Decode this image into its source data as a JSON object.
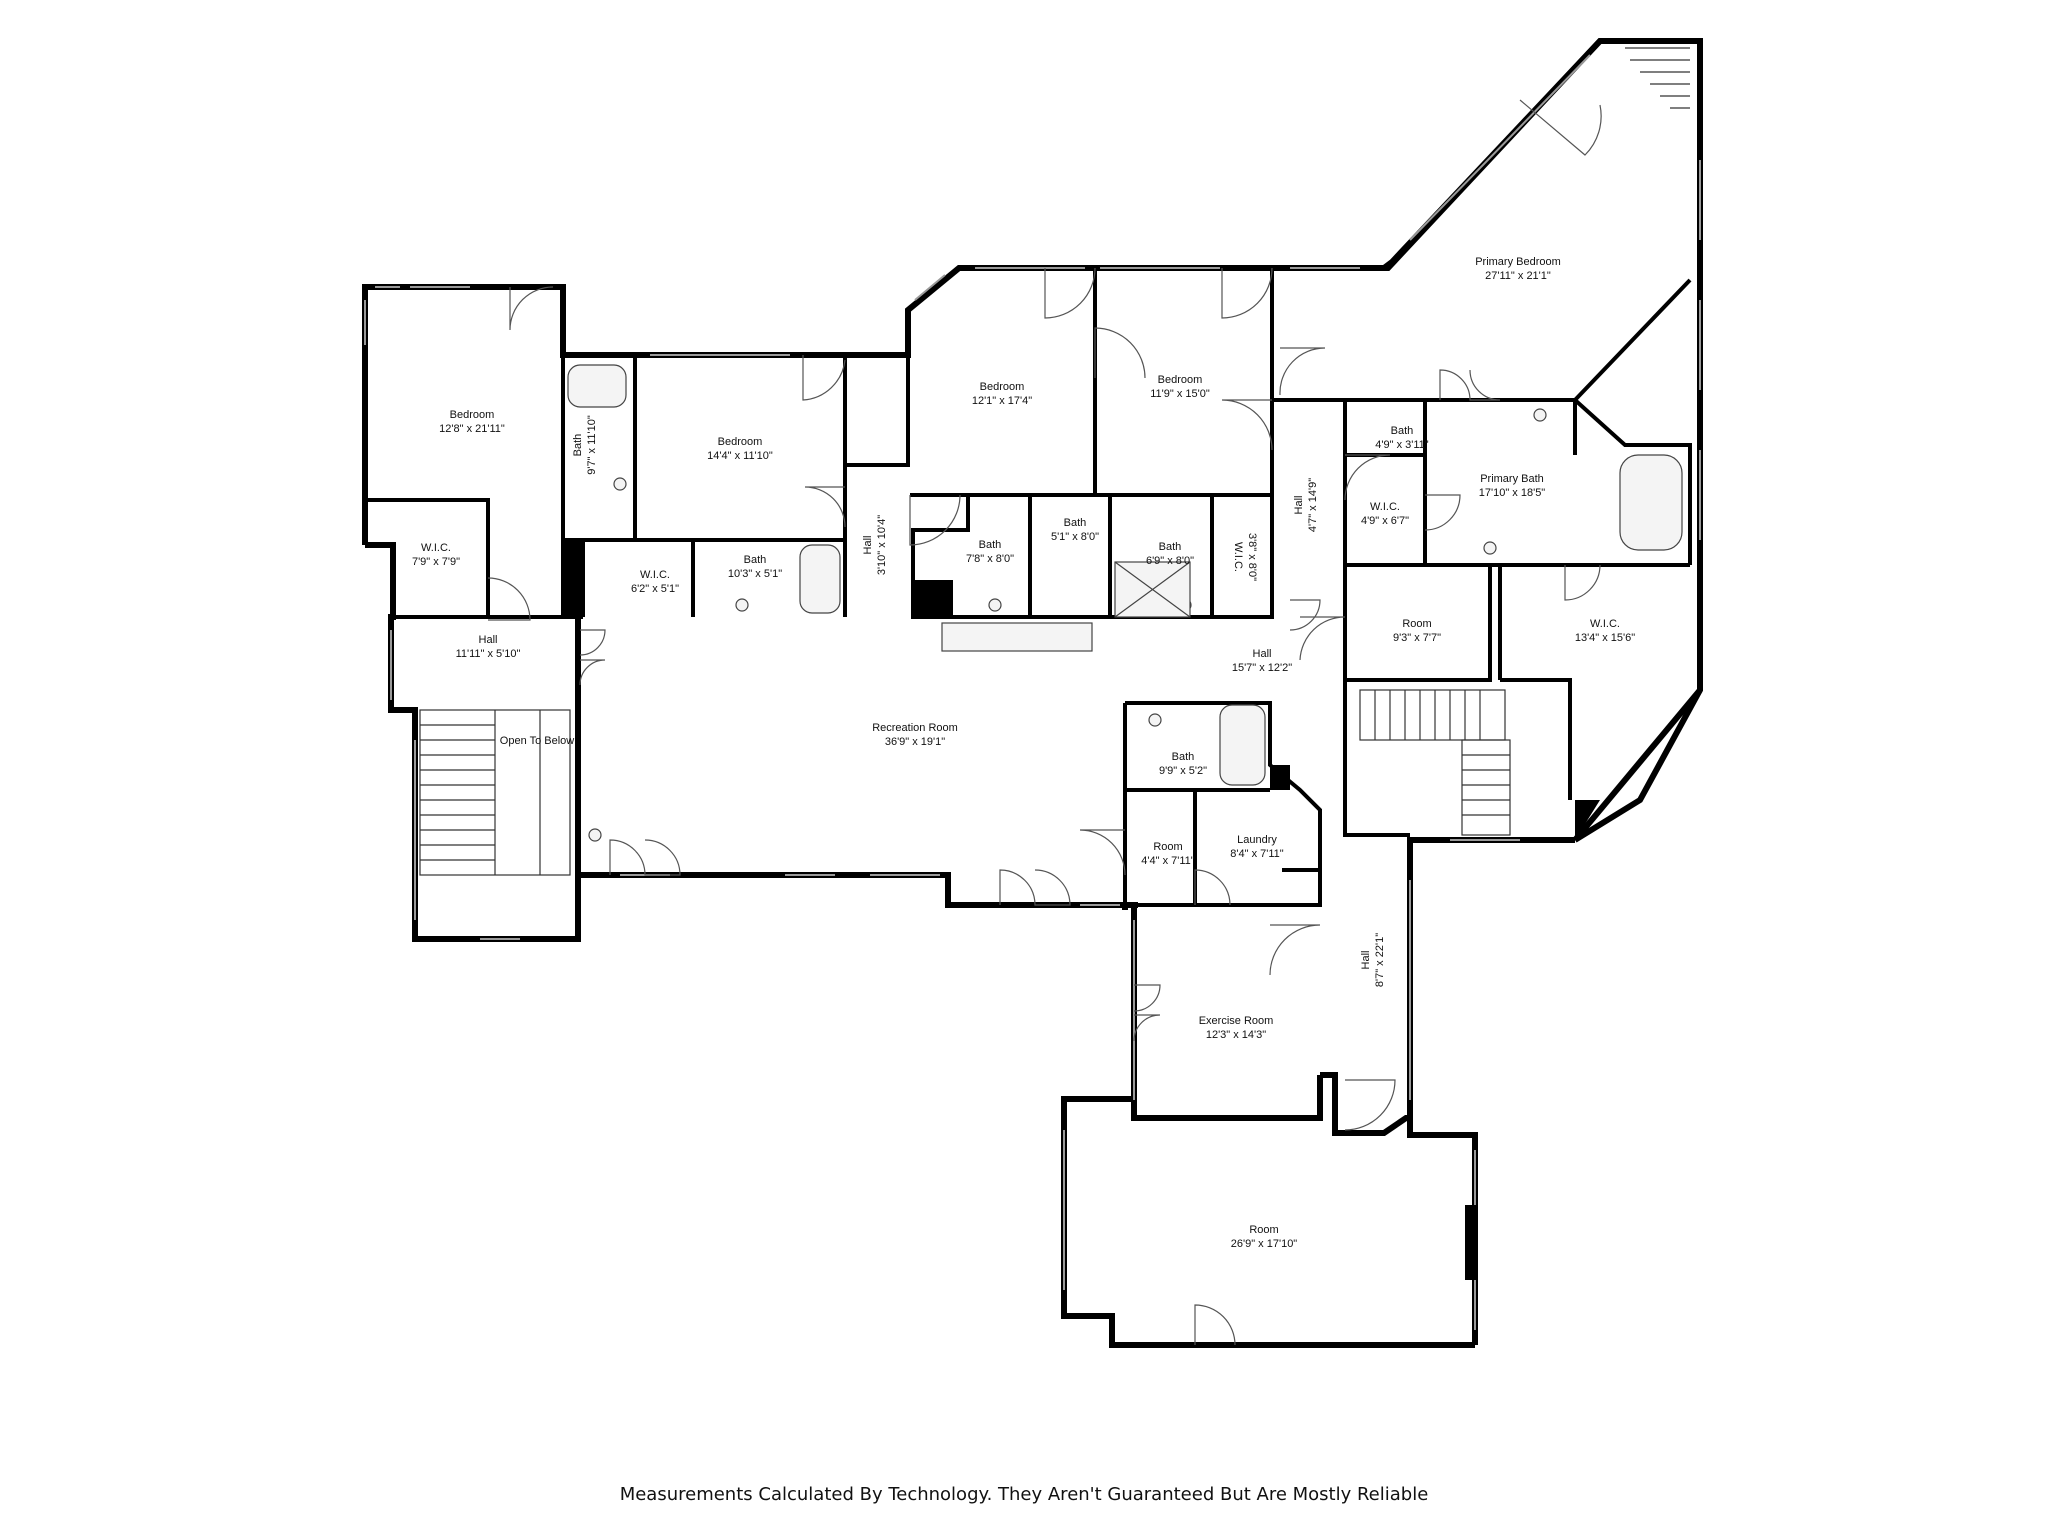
{
  "rooms": {
    "bedroom_1": {
      "name": "Bedroom",
      "dims": "12'8\" x 21'11\""
    },
    "wic_1": {
      "name": "W.I.C.",
      "dims": "7'9\" x 7'9\""
    },
    "hall_1": {
      "name": "Hall",
      "dims": "11'11\" x 5'10\""
    },
    "open_to_below": {
      "name": "Open To Below"
    },
    "bath_1": {
      "name": "Bath",
      "dims": "9'7\" x 11'10\""
    },
    "bedroom_2": {
      "name": "Bedroom",
      "dims": "14'4\" x 11'10\""
    },
    "wic_2": {
      "name": "W.I.C.",
      "dims": "6'2\" x 5'1\""
    },
    "bath_2": {
      "name": "Bath",
      "dims": "10'3\" x 5'1\""
    },
    "hall_2": {
      "name": "Hall",
      "dims": "3'10\" x 10'4\""
    },
    "bedroom_3": {
      "name": "Bedroom",
      "dims": "12'1\" x 17'4\""
    },
    "bedroom_4": {
      "name": "Bedroom",
      "dims": "11'9\" x 15'0\""
    },
    "bath_3": {
      "name": "Bath",
      "dims": "7'8\" x 8'0\""
    },
    "bath_4": {
      "name": "Bath",
      "dims": "5'1\" x 8'0\""
    },
    "bath_5": {
      "name": "Bath",
      "dims": "6'9\" x 8'0\""
    },
    "wic_3": {
      "name": "W.I.C.",
      "dims": "3'8\" x 8'0\""
    },
    "hall_3": {
      "name": "Hall",
      "dims": "4'7\" x 14'9\""
    },
    "primary_bedroom": {
      "name": "Primary Bedroom",
      "dims": "27'11\" x 21'1\""
    },
    "bath_6": {
      "name": "Bath",
      "dims": "4'9\" x 3'11\""
    },
    "wic_4": {
      "name": "W.I.C.",
      "dims": "4'9\" x 6'7\""
    },
    "primary_bath": {
      "name": "Primary Bath",
      "dims": "17'10\" x 18'5\""
    },
    "room_1": {
      "name": "Room",
      "dims": "9'3\" x 7'7\""
    },
    "wic_5": {
      "name": "W.I.C.",
      "dims": "13'4\" x 15'6\""
    },
    "hall_4": {
      "name": "Hall",
      "dims": "15'7\" x 12'2\""
    },
    "recreation_room": {
      "name": "Recreation Room",
      "dims": "36'9\" x 19'1\""
    },
    "bath_7": {
      "name": "Bath",
      "dims": "9'9\" x 5'2\""
    },
    "room_2": {
      "name": "Room",
      "dims": "4'4\" x 7'11\""
    },
    "laundry": {
      "name": "Laundry",
      "dims": "8'4\" x 7'11\""
    },
    "hall_5": {
      "name": "Hall",
      "dims": "8'7\" x 22'1\""
    },
    "exercise_room": {
      "name": "Exercise Room",
      "dims": "12'3\" x 14'3\""
    },
    "room_3": {
      "name": "Room",
      "dims": "26'9\" x 17'10\""
    }
  },
  "footer": "Measurements Calculated By Technology. They Aren't Guaranteed But Are Mostly Reliable"
}
